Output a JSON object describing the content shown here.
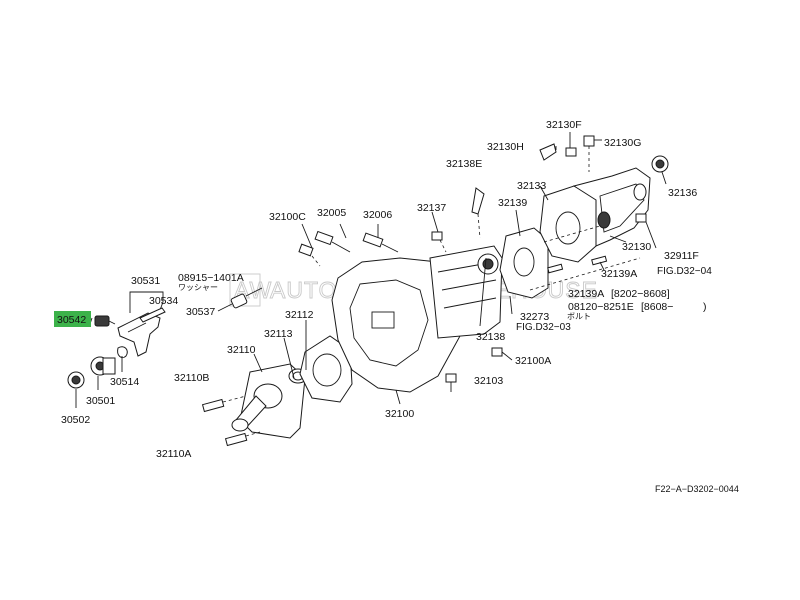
{
  "watermark": {
    "logo": "AW",
    "text": "AUTOMOTIVE WAREHOUSE"
  },
  "highlighted_part": "30542",
  "highlight_color": "#3cb24a",
  "labels": {
    "p30531": "30531",
    "p30534": "30534",
    "p30542": "30542",
    "p30514": "30514",
    "p30501": "30501",
    "p30502": "30502",
    "p30537": "30537",
    "p08915": "08915−1401A",
    "washer": "ワッシャー",
    "p32112": "32112",
    "p32113": "32113",
    "p32110": "32110",
    "p32110B": "32110B",
    "p32110A": "32110A",
    "p32100C": "32100C",
    "p32005": "32005",
    "p32006": "32006",
    "p32137": "32137",
    "p32138E": "32138E",
    "p32139": "32139",
    "p32133": "32133",
    "p32130H": "32130H",
    "p32130F": "32130F",
    "p32130G": "32130G",
    "p32136": "32136",
    "p32130": "32130",
    "p32911F": "32911F",
    "fig_d32_04": "FIG.D32−04",
    "p32139A_right": "32139A",
    "p32139A": "32139A",
    "range_8202": "[8202−8608]",
    "p08120": "08120−8251E",
    "range_8608": "[8608−",
    "bolt": "ボルト",
    "p32273": "32273",
    "fig_d32_03": "FIG.D32−03",
    "p32138": "32138",
    "p32100A": "32100A",
    "p32103": "32103",
    "p32100": "32100",
    "code": "F22−A−D3202−0044"
  }
}
